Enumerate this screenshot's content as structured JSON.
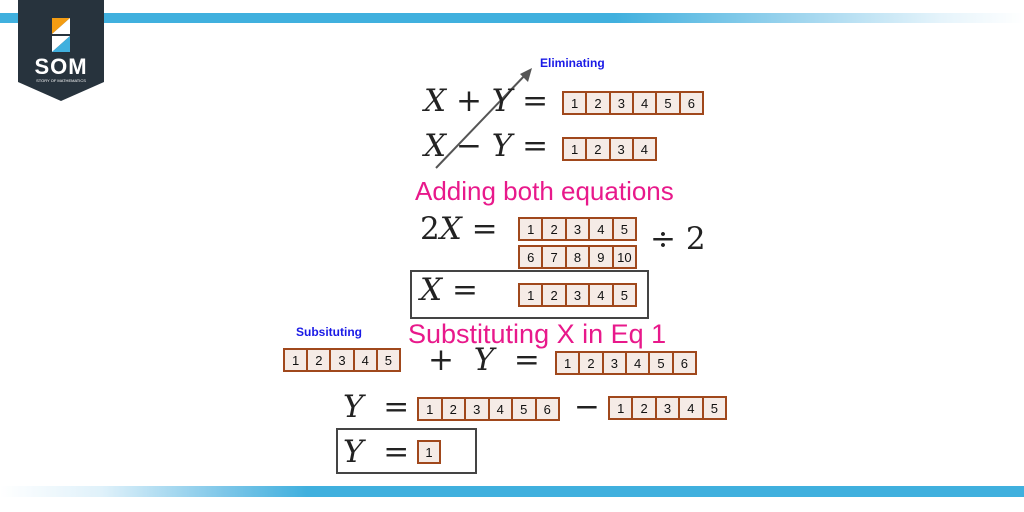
{
  "brand": {
    "name": "SOM",
    "tagline": "STORY OF MATHEMATICS"
  },
  "colors": {
    "accent_bar": "#40b0de",
    "cell_border": "#a0481c",
    "cell_fill": "#f5ebe6",
    "heading": "#e8198b",
    "label": "#1a1ae6",
    "logo_bg": "#27333d",
    "logo_orange": "#f39c12",
    "logo_blue": "#40b0de"
  },
  "labels": {
    "eliminating": "Eliminating",
    "adding": "Adding both equations",
    "subsituting_small": "Subsituting",
    "substituting_heading": "Substituting X in Eq 1"
  },
  "equations": {
    "eq1": {
      "lhs_a": "X",
      "op": "+",
      "lhs_b": "Y",
      "eq": "=",
      "cells": [
        "1",
        "2",
        "3",
        "4",
        "5",
        "6"
      ]
    },
    "eq2": {
      "lhs_a": "X",
      "op": "−",
      "lhs_b": "Y",
      "eq": "=",
      "cells": [
        "1",
        "2",
        "3",
        "4"
      ]
    },
    "sum": {
      "coef": "2",
      "var": "X",
      "eq": "=",
      "row1": [
        "1",
        "2",
        "3",
        "4",
        "5"
      ],
      "row2": [
        "6",
        "7",
        "8",
        "9",
        "10"
      ],
      "divide": "÷ 2"
    },
    "x_result": {
      "var": "X",
      "eq": "=",
      "cells": [
        "1",
        "2",
        "3",
        "4",
        "5"
      ]
    },
    "subst": {
      "left_cells": [
        "1",
        "2",
        "3",
        "4",
        "5"
      ],
      "op": "+",
      "var": "Y",
      "eq": "=",
      "right_cells": [
        "1",
        "2",
        "3",
        "4",
        "5",
        "6"
      ]
    },
    "y_calc": {
      "var": "Y",
      "eq": "=",
      "a_cells": [
        "1",
        "2",
        "3",
        "4",
        "5",
        "6"
      ],
      "op": "−",
      "b_cells": [
        "1",
        "2",
        "3",
        "4",
        "5"
      ]
    },
    "y_result": {
      "var": "Y",
      "eq": "=",
      "cells": [
        "1"
      ]
    }
  }
}
